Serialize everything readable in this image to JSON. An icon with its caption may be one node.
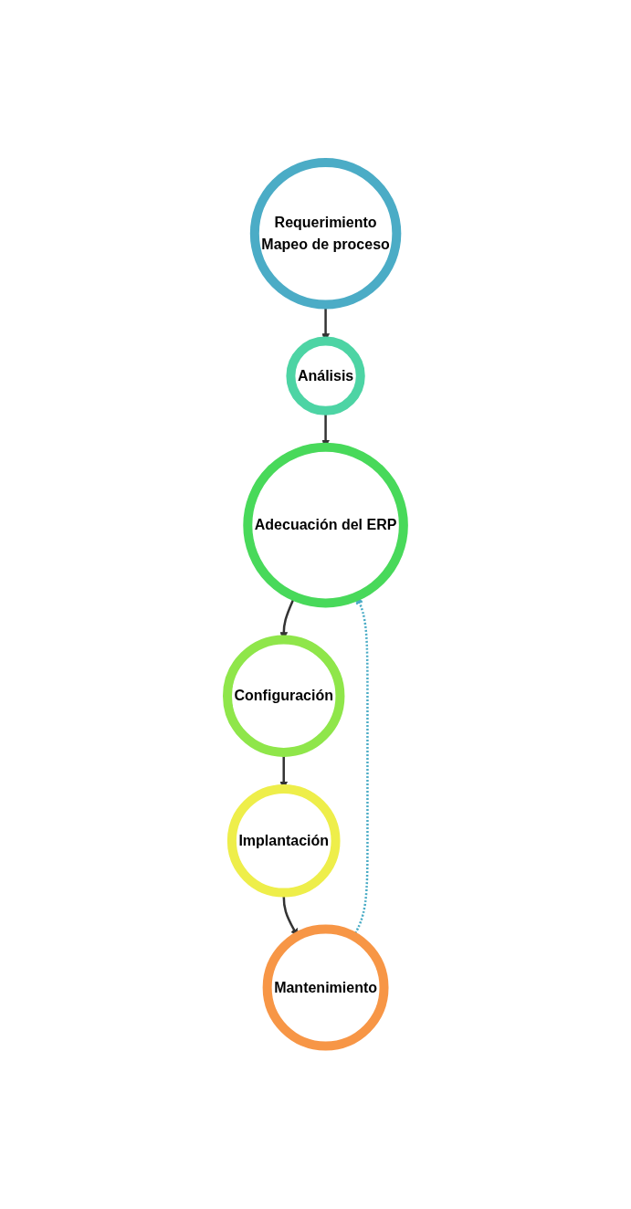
{
  "diagram": {
    "nodes": [
      {
        "text": [
          "Requerimiento",
          "Mapeo de proceso"
        ]
      },
      {
        "text": [
          "Análisis"
        ]
      },
      {
        "text": [
          "Adecuación del ERP"
        ]
      },
      {
        "text": [
          "Configuración"
        ]
      },
      {
        "text": [
          "Implantación"
        ]
      },
      {
        "text": [
          "Mantenimiento"
        ]
      }
    ],
    "edges": [
      {
        "from": 0,
        "to": 1,
        "arrow": "to"
      },
      {
        "from": 1,
        "to": 2,
        "arrow": "to"
      },
      {
        "from": 2,
        "to": 3,
        "arrow": "to"
      },
      {
        "from": 3,
        "to": 4,
        "arrow": "to"
      },
      {
        "from": 4,
        "to": 5,
        "arrow": "to"
      },
      {
        "from": 5,
        "to": 2,
        "arrow": "to",
        "style": "dashed",
        "color": "#4bacc6"
      }
    ]
  }
}
